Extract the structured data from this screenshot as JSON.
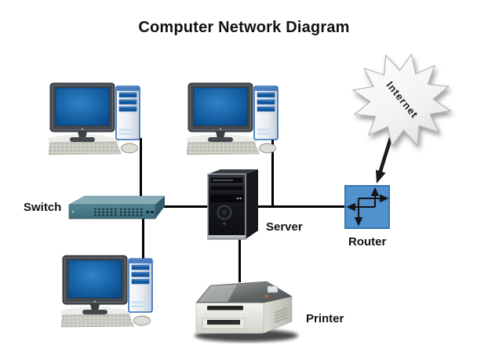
{
  "diagram": {
    "title": "Computer Network Diagram",
    "nodes": {
      "switch": {
        "label": "Switch",
        "type": "network-switch"
      },
      "server": {
        "label": "Server",
        "type": "tower-server"
      },
      "router": {
        "label": "Router",
        "type": "router-symbol"
      },
      "printer": {
        "label": "Printer",
        "type": "laser-printer"
      },
      "internet": {
        "label": "Internet",
        "type": "starburst-cloud"
      },
      "workstations": [
        {
          "id": "workstation-1",
          "position": "top-left"
        },
        {
          "id": "workstation-2",
          "position": "top-middle"
        },
        {
          "id": "workstation-3",
          "position": "bottom-left"
        }
      ]
    },
    "connections": [
      {
        "from": "workstation-1",
        "to": "switch"
      },
      {
        "from": "workstation-3",
        "to": "switch"
      },
      {
        "from": "switch",
        "to": "server"
      },
      {
        "from": "workstation-2",
        "to": "server-router-link"
      },
      {
        "from": "server",
        "to": "router"
      },
      {
        "from": "server",
        "to": "printer"
      },
      {
        "from": "internet",
        "to": "router",
        "style": "thick-arrow"
      }
    ],
    "colors": {
      "router_fill": "#5191cd",
      "router_border": "#3a76ad",
      "switch_body": "#4a7d8d",
      "screen_blue": "#1565ad",
      "tower_accent": "#2e6cb5",
      "connection_line": "#000000",
      "title_text": "#111111"
    }
  }
}
